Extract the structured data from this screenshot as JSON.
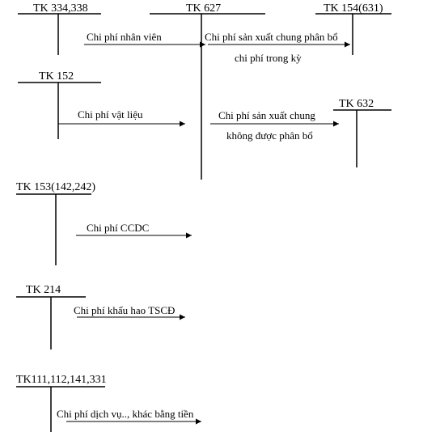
{
  "accounts": {
    "tk334": "TK 334,338",
    "tk627": "TK 627",
    "tk154": "TK 154(631)",
    "tk152": "TK 152",
    "tk632": "TK 632",
    "tk153": "TK 153(142,242)",
    "tk214": "TK 214",
    "tk111": "TK111,112,141,331"
  },
  "flows": {
    "nhan_vien": "Chi phí nhân viên",
    "phan_bo_line1": "Chi phí sản xuất chung phân bổ",
    "phan_bo_line2": "chi phí  trong kỳ",
    "vat_lieu": "Chi phí vật liệu",
    "khong_phan_bo_line1": "Chi phí sản xuất chung",
    "khong_phan_bo_line2": "không được phân bổ",
    "ccdc": "Chi phí CCDC",
    "khau_hao": "Chi phí khấu hao TSCĐ",
    "dich_vu": "Chi phí dịch vụ.., khác bằng tiền"
  }
}
